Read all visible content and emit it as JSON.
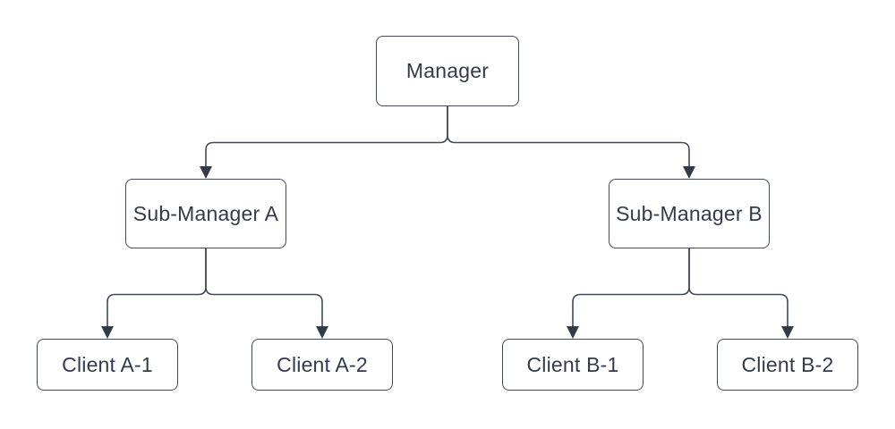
{
  "diagram": {
    "type": "org-chart-flow-diagram",
    "nodes": {
      "manager": {
        "label": "Manager",
        "level": 1
      },
      "subA": {
        "label": "Sub-Manager A",
        "level": 2
      },
      "subB": {
        "label": "Sub-Manager B",
        "level": 2
      },
      "clientA1": {
        "label": "Client A-1",
        "level": 3
      },
      "clientA2": {
        "label": "Client A-2",
        "level": 3
      },
      "clientB1": {
        "label": "Client B-1",
        "level": 3
      },
      "clientB2": {
        "label": "Client B-2",
        "level": 3
      }
    },
    "edges": [
      {
        "from": "Manager",
        "to": "Sub-Manager A",
        "arrow": "down"
      },
      {
        "from": "Manager",
        "to": "Sub-Manager B",
        "arrow": "down"
      },
      {
        "from": "Sub-Manager A",
        "to": "Client A-1",
        "arrow": "down"
      },
      {
        "from": "Sub-Manager A",
        "to": "Client A-2",
        "arrow": "down"
      },
      {
        "from": "Sub-Manager B",
        "to": "Client B-1",
        "arrow": "down"
      },
      {
        "from": "Sub-Manager B",
        "to": "Client B-2",
        "arrow": "down"
      }
    ],
    "colors": {
      "background": "#ffffff",
      "node_fill": "#ffffff",
      "node_border": "#434c5b",
      "connector": "#414a59",
      "arrowhead": "#333b48",
      "text": "#333b49"
    }
  }
}
